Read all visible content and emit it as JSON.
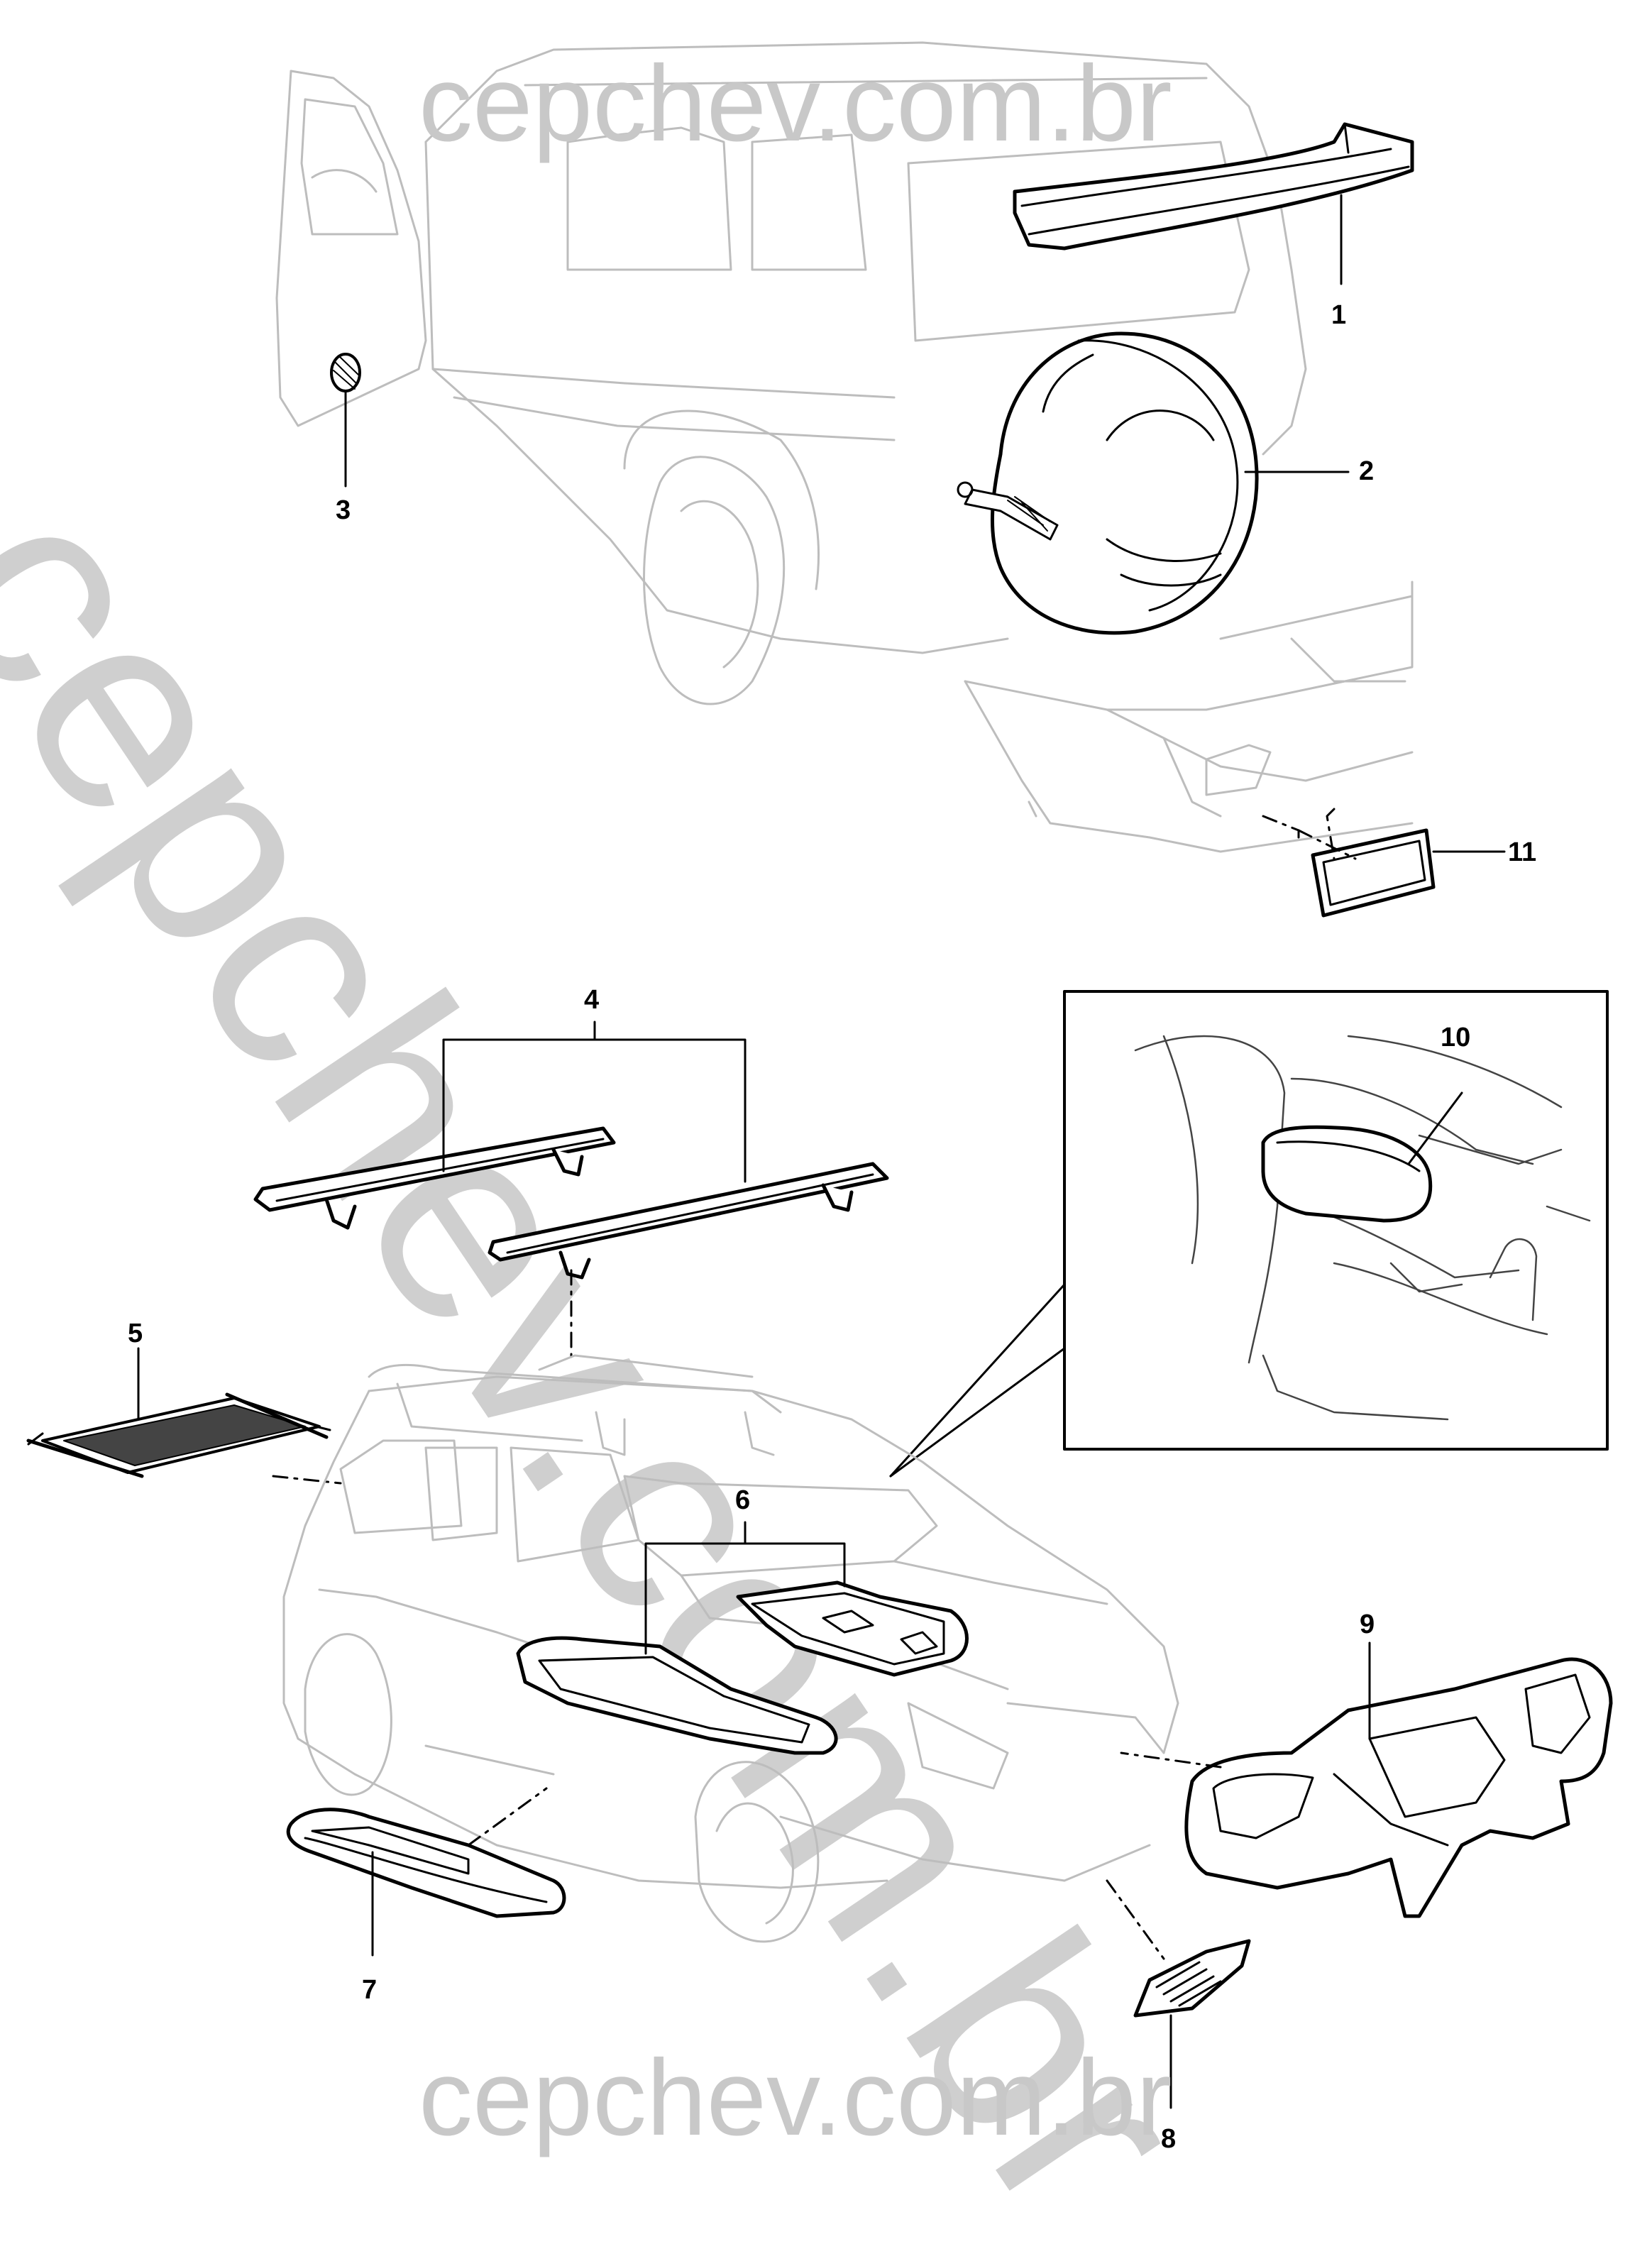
{
  "watermark": {
    "top": "cepchev.com.br",
    "diagonal": "cepchev.com.br",
    "bottom": "cepchev.com.br"
  },
  "callouts": [
    {
      "id": "1",
      "label": "1"
    },
    {
      "id": "2",
      "label": "2"
    },
    {
      "id": "3",
      "label": "3"
    },
    {
      "id": "4",
      "label": "4"
    },
    {
      "id": "5",
      "label": "5"
    },
    {
      "id": "6",
      "label": "6"
    },
    {
      "id": "7",
      "label": "7"
    },
    {
      "id": "8",
      "label": "8"
    },
    {
      "id": "9",
      "label": "9"
    },
    {
      "id": "10",
      "label": "10"
    },
    {
      "id": "11",
      "label": "11"
    }
  ],
  "colors": {
    "vehicle_outline": "#bdbdbd",
    "part_outline": "#000000",
    "watermark": "#c8c8c8"
  }
}
